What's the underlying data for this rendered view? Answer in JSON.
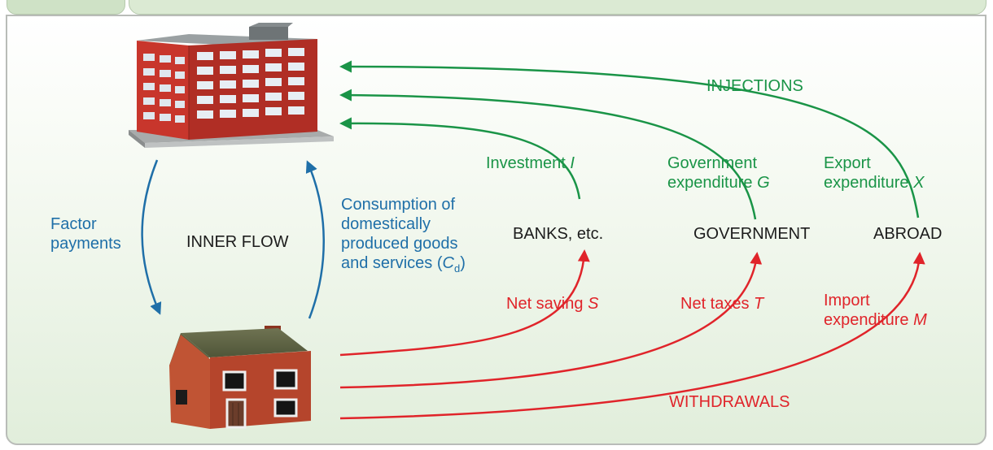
{
  "labels": {
    "injections": "INJECTIONS",
    "withdrawals": "WITHDRAWALS",
    "inner_flow": "INNER FLOW",
    "factor_payments_1": "Factor",
    "factor_payments_2": "payments",
    "consumption_1": "Consumption of",
    "consumption_2": "domestically",
    "consumption_3": "produced goods",
    "consumption_4": "and services (",
    "consumption_var": "C",
    "consumption_sub": "d",
    "consumption_end": ")",
    "banks": "BANKS, etc.",
    "government": "GOVERNMENT",
    "abroad": "ABROAD",
    "investment": "Investment ",
    "investment_var": "I",
    "gov_exp_1": "Government",
    "gov_exp_2": "expenditure ",
    "gov_exp_var": "G",
    "export_1": "Export",
    "export_2": "expenditure ",
    "export_var": "X",
    "net_saving": "Net saving ",
    "net_saving_var": "S",
    "net_taxes": "Net taxes ",
    "net_taxes_var": "T",
    "import_1": "Import",
    "import_2": "expenditure ",
    "import_var": "M"
  },
  "colors": {
    "inner_flow_arrows": "#1f6fa8",
    "injections": "#1a9447",
    "withdrawals": "#e0242a",
    "firm_building": "#c8362c",
    "house_brick": "#b5452c"
  },
  "icons": {
    "firms": "office-building-icon",
    "households": "house-icon"
  }
}
